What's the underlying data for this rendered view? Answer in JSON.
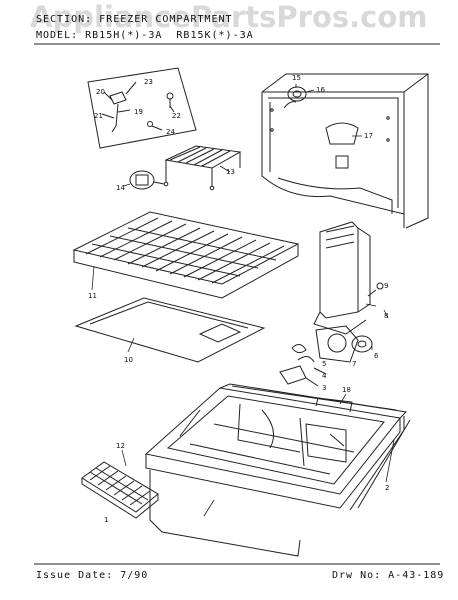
{
  "header": {
    "section_text": "SECTION: FREEZER COMPARTMENT",
    "model_text": "MODEL: RB15H(*)-3A  RB15K(*)-3A"
  },
  "watermark": "AppliancePartsPros.com",
  "footer": {
    "issue_date": "Issue Date: 7/90",
    "drawing_no": "Drw No: A-43-189"
  },
  "callouts": {
    "c1": "1",
    "c2": "2",
    "c3": "3",
    "c4": "4",
    "c5": "5",
    "c6": "6",
    "c7": "7",
    "c8": "8",
    "c9": "9",
    "c10": "10",
    "c11": "11",
    "c12": "12",
    "c13": "13",
    "c14": "14",
    "c15": "15",
    "c16": "16",
    "c17": "17",
    "c18": "18",
    "c19": "19",
    "c20": "20",
    "c21": "21",
    "c22": "22",
    "c23": "23",
    "c24": "24"
  }
}
